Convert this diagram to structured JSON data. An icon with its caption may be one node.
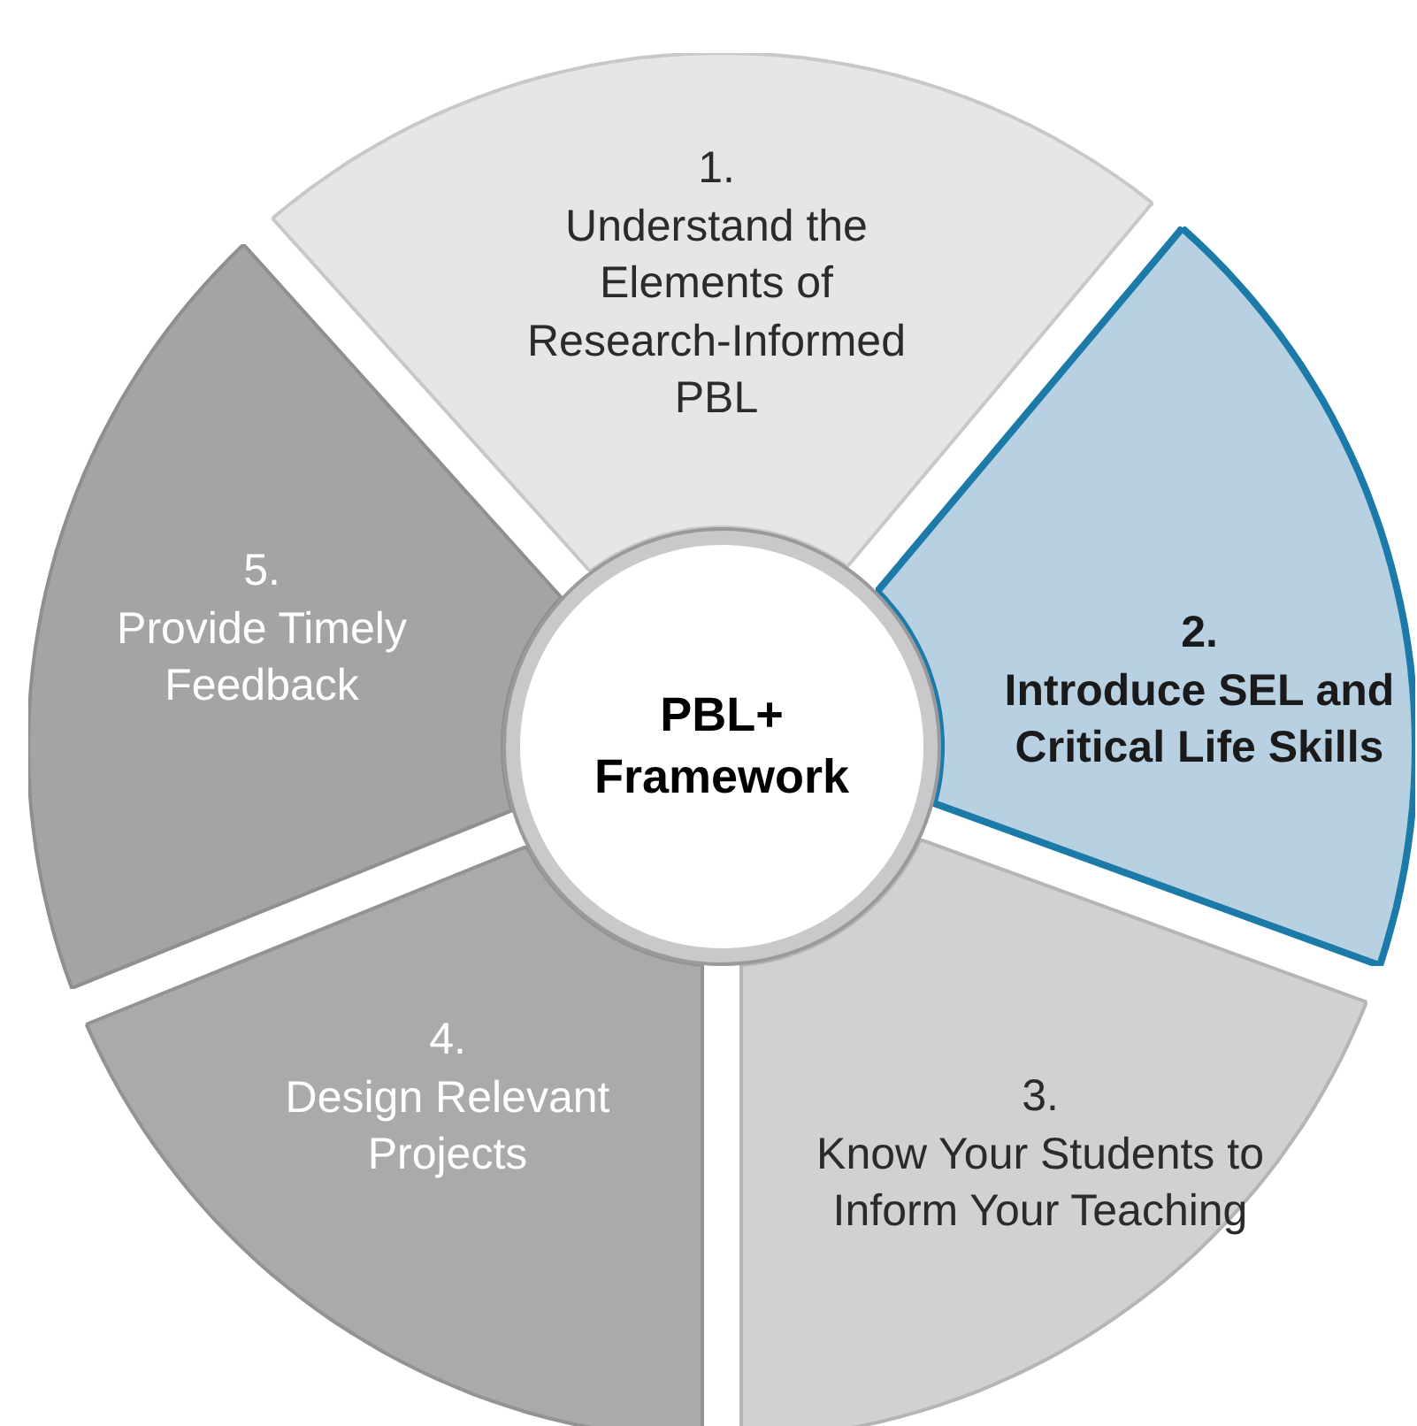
{
  "diagram": {
    "nodes": [
      {
        "text": [
          "1.",
          "Understand the Elements of Research-Informed PBL"
        ]
      },
      {
        "text": [
          "5.",
          "Provide Timely Feedback"
        ]
      },
      {
        "text": [
          "PBL+ Framework"
        ]
      },
      {
        "text": [
          "2.",
          "Introduce SEL and Critical Life Skills"
        ]
      },
      {
        "text": [
          "4.",
          "Design Relevant Projects"
        ]
      },
      {
        "text": [
          "3.",
          "Know Your Students to Inform Your Teaching"
        ]
      }
    ]
  }
}
